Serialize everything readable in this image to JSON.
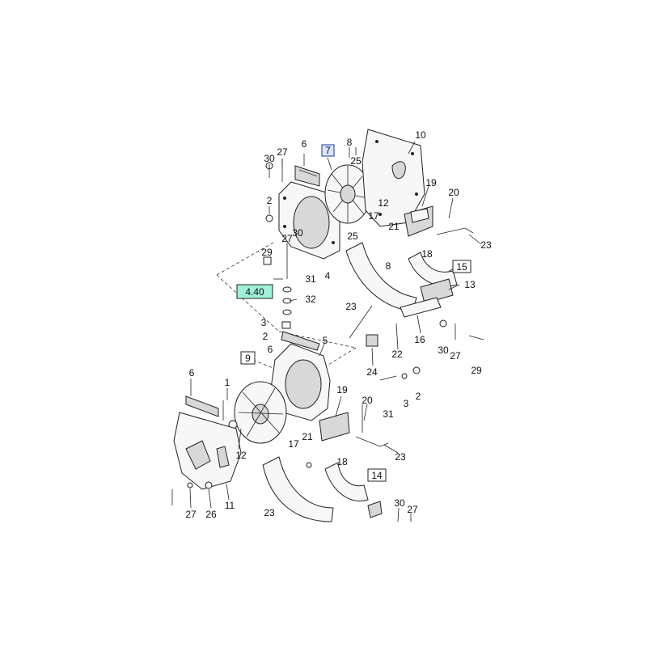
{
  "callouts": {
    "c30a": "30",
    "c27a": "27",
    "c6a": "6",
    "c2a": "2",
    "c27b": "27",
    "c30b": "30",
    "c29a": "29",
    "c31a": "31",
    "c32": "32",
    "c3a": "3",
    "c2b": "2",
    "c6b": "6",
    "c5": "5",
    "c4": "4",
    "c8a": "8",
    "c10": "10",
    "c25a": "25",
    "c12a": "12",
    "c17a": "17",
    "c25b": "25",
    "c19a": "19",
    "c20a": "20",
    "c21a": "21",
    "c23a": "23",
    "c18a": "18",
    "c8b": "8",
    "c13": "13",
    "c23b": "23",
    "c16": "16",
    "c22": "22",
    "c24": "24",
    "c30c": "30",
    "c27c": "27",
    "c29b": "29",
    "c6c": "6",
    "c1": "1",
    "c12b": "12",
    "c20b": "20",
    "c31b": "31",
    "c3b": "3",
    "c2c": "2",
    "c19b": "19",
    "c17b": "17",
    "c21b": "21",
    "c23c": "23",
    "c18b": "18",
    "c27d": "27",
    "c26": "26",
    "c11": "11",
    "c23d": "23",
    "c30d": "30",
    "c27e": "27"
  },
  "boxed_refs": {
    "ref7": "7",
    "ref15": "15",
    "ref9": "9",
    "ref14": "14",
    "ref440": "4.40"
  },
  "colors": {
    "blue_highlight": "#dbe5ff",
    "green_highlight": "#9ff0d8"
  }
}
